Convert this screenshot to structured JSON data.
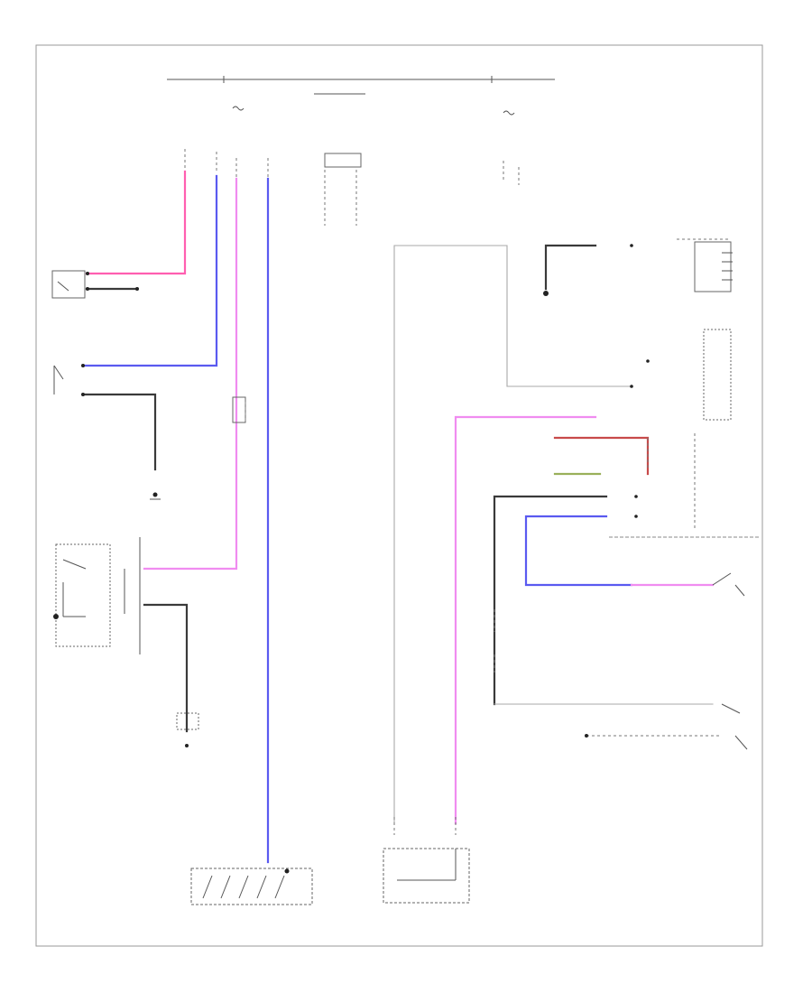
{
  "diagram": {
    "title": "",
    "page_label": "",
    "bus_left_label": "",
    "bus_right_label": "",
    "components": [
      {
        "key": "ign_switch",
        "label": ""
      },
      {
        "key": "key_reminder",
        "label": ""
      },
      {
        "key": "door_courtesy",
        "label": ""
      },
      {
        "key": "junction_block",
        "label": ""
      },
      {
        "key": "ecu",
        "label": ""
      },
      {
        "key": "combination_meter",
        "label": ""
      },
      {
        "key": "seat_belt_sw",
        "label": ""
      },
      {
        "key": "front_door_sw",
        "label": ""
      },
      {
        "key": "fuse_top",
        "label": ""
      },
      {
        "key": "buckle_sw",
        "label": ""
      }
    ]
  },
  "colors": {
    "pink": "#f08cf0",
    "hot_pink": "#ff5fb0",
    "blue": "#5a5af0",
    "black": "#3a3a3a",
    "gray": "#a8a8a8",
    "red": "#c84a4a",
    "green": "#9ab05a"
  }
}
